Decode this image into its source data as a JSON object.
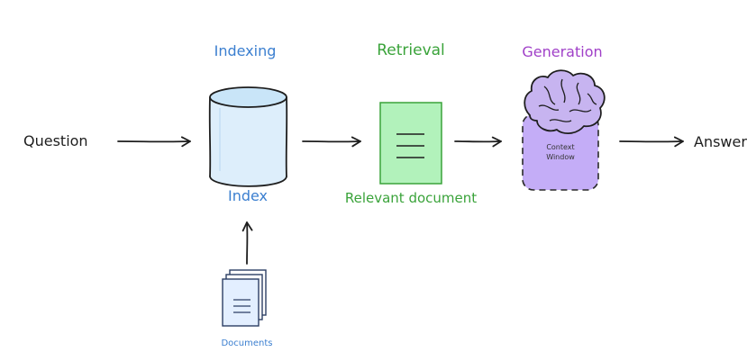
{
  "colors": {
    "indexing": "#3b7fd0",
    "retrieval": "#3aa33a",
    "generation": "#a040c8",
    "text": "#1e1e1e",
    "cylinder_fill": "#ddeefb",
    "cylinder_top": "#c9e5f8",
    "doc_fill": "#b2f2bb",
    "doc_stroke": "#3aa33a",
    "brain_fill": "#c7b4f0",
    "context_fill": "#c4adf7",
    "context_stroke": "#2a2a2a"
  },
  "stages": {
    "indexing_label": "Indexing",
    "retrieval_label": "Retrieval",
    "generation_label": "Generation"
  },
  "nodes": {
    "question": "Question",
    "index": "Index",
    "relevant_document": "Relevant document",
    "context_window_line1": "Context",
    "context_window_line2": "Window",
    "answer": "Answer",
    "documents": "Documents"
  },
  "icons": {
    "database": "database-cylinder-icon",
    "document": "document-icon",
    "brain": "brain-icon",
    "documents_stack": "documents-stack-icon"
  }
}
